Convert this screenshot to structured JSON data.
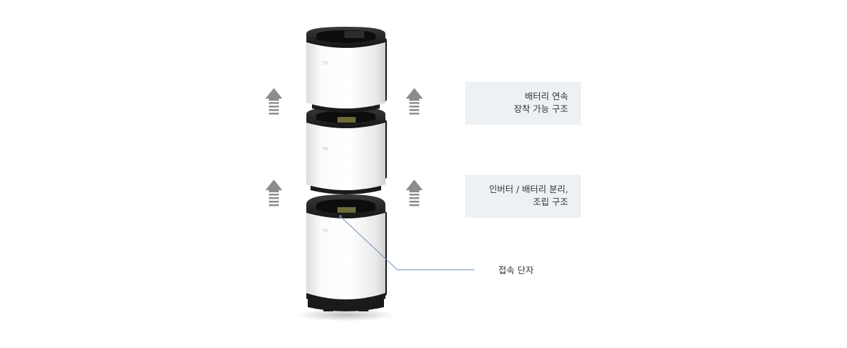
{
  "labels": {
    "battery_stack": {
      "line1": "배터리 연속",
      "line2": "장착 가능 구조"
    },
    "inverter_battery": {
      "line1": "인버터 / 배터리 분리,",
      "line2": "조립 구조"
    },
    "terminal": "접속 단자"
  },
  "colors": {
    "label_bg": "#eef1f4",
    "arrow": "#8c8c8c",
    "callout_line": "#6f8fb5",
    "module_body": "#f4f4f4",
    "module_cap": "#1c1c1c"
  },
  "icons": [
    "up-arrow-icon",
    "battery-module",
    "inverter-module"
  ]
}
